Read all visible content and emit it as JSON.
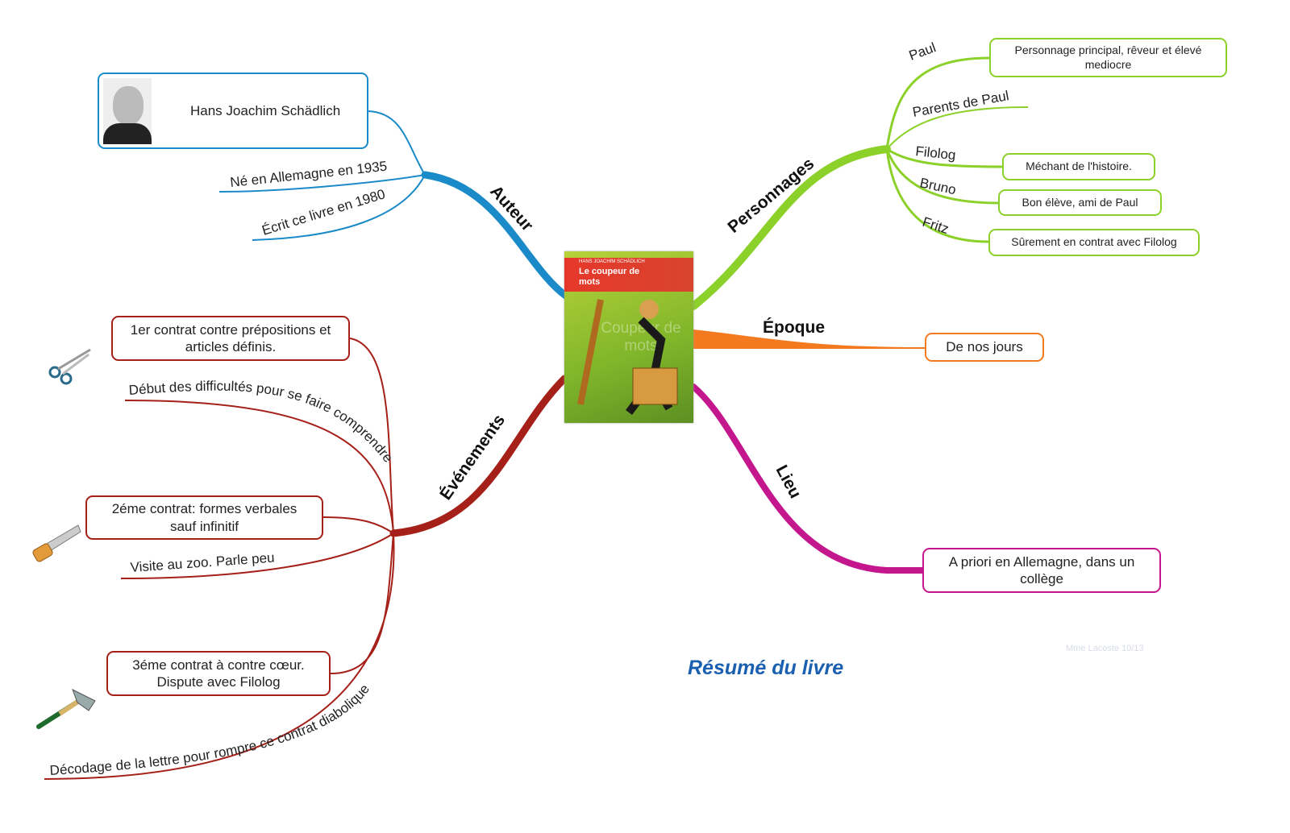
{
  "title": "Résumé du livre",
  "credit": "Mme Lacoste 10/13",
  "center": {
    "cover_author": "HANS JOACHIM SCHÄDLICH",
    "cover_title": "Le coupeur de mots",
    "cover_watermark": "Coupeur de mots"
  },
  "colors": {
    "auteur": "#1a8ac8",
    "personnages": "#8cd02a",
    "epoque": "#f47a20",
    "lieu": "#c4178e",
    "evenements": "#a52018",
    "title": "#1a5fb0"
  },
  "branches": {
    "auteur": {
      "label": "Auteur",
      "name": "Hans Joachim Schädlich",
      "born": "Né en Allemagne en 1935",
      "written": "Écrit ce livre en 1980"
    },
    "personnages": {
      "label": "Personnages",
      "items": [
        {
          "name": "Paul",
          "note": "Personnage principal, rêveur et élevé mediocre"
        },
        {
          "name": "Parents de Paul"
        },
        {
          "name": "Filolog",
          "note": "Méchant de l'histoire."
        },
        {
          "name": "Bruno",
          "note": "Bon élève, ami de Paul"
        },
        {
          "name": "Fritz",
          "note": "Sûrement en contrat avec Filolog"
        }
      ]
    },
    "epoque": {
      "label": "Époque",
      "value": "De nos jours"
    },
    "lieu": {
      "label": "Lieu",
      "value": "A priori en Allemagne, dans un collège"
    },
    "evenements": {
      "label": "Événements",
      "items": [
        "1er contrat contre prépositions et articles définis.",
        "Début des difficultés pour se faire comprendre",
        "2éme contrat: formes verbales sauf infinitif",
        "Visite au zoo. Parle peu",
        "3éme contrat à contre cœur. Dispute avec Filolog",
        "Décodage de la lettre pour rompre ce contrat diabolique"
      ]
    }
  },
  "icons": [
    "scissors-icon",
    "saw-icon",
    "axe-icon",
    "author-photo"
  ]
}
